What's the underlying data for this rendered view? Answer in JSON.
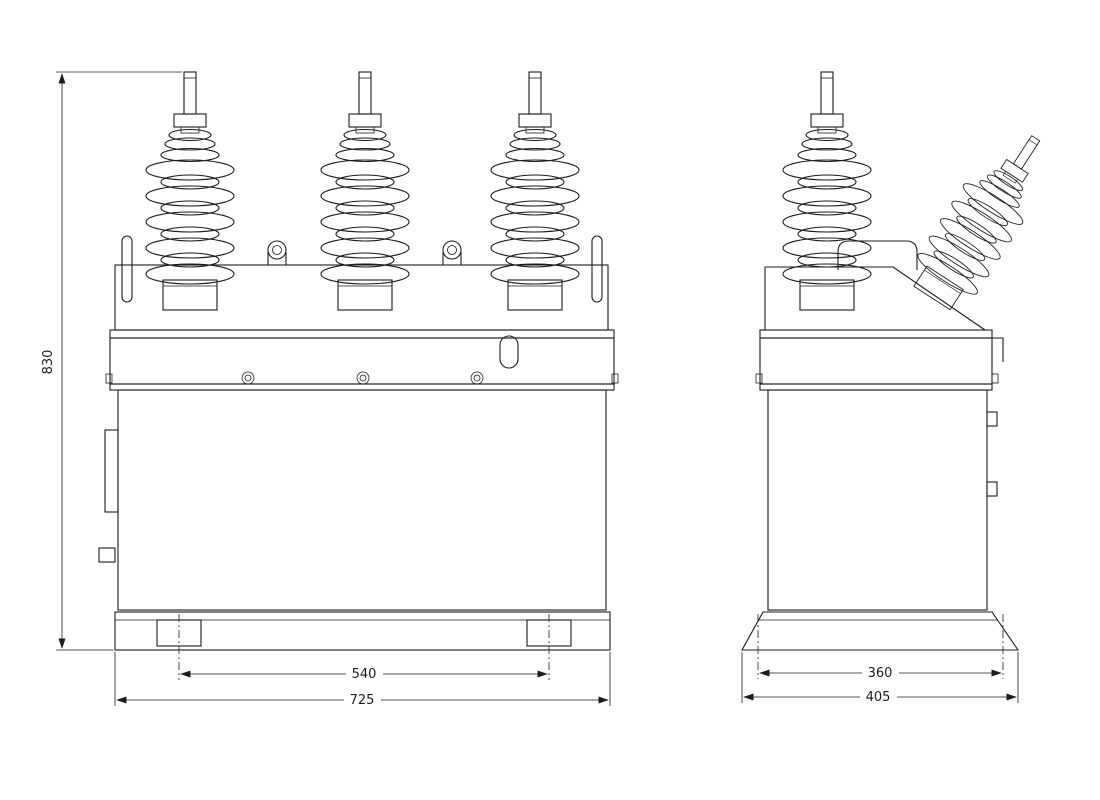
{
  "page": {
    "background_color": "#ffffff",
    "line_color": "#1c1c1c",
    "kind": "technical-outline-drawing"
  },
  "drawing": {
    "views": [
      {
        "name": "front-view",
        "bushings": 3
      },
      {
        "name": "side-view",
        "bushings": 2
      }
    ],
    "dimensions": {
      "front_height": "830",
      "front_feet_span": "540",
      "front_overall_width": "725",
      "side_feet_span": "360",
      "side_overall_width": "405"
    }
  }
}
